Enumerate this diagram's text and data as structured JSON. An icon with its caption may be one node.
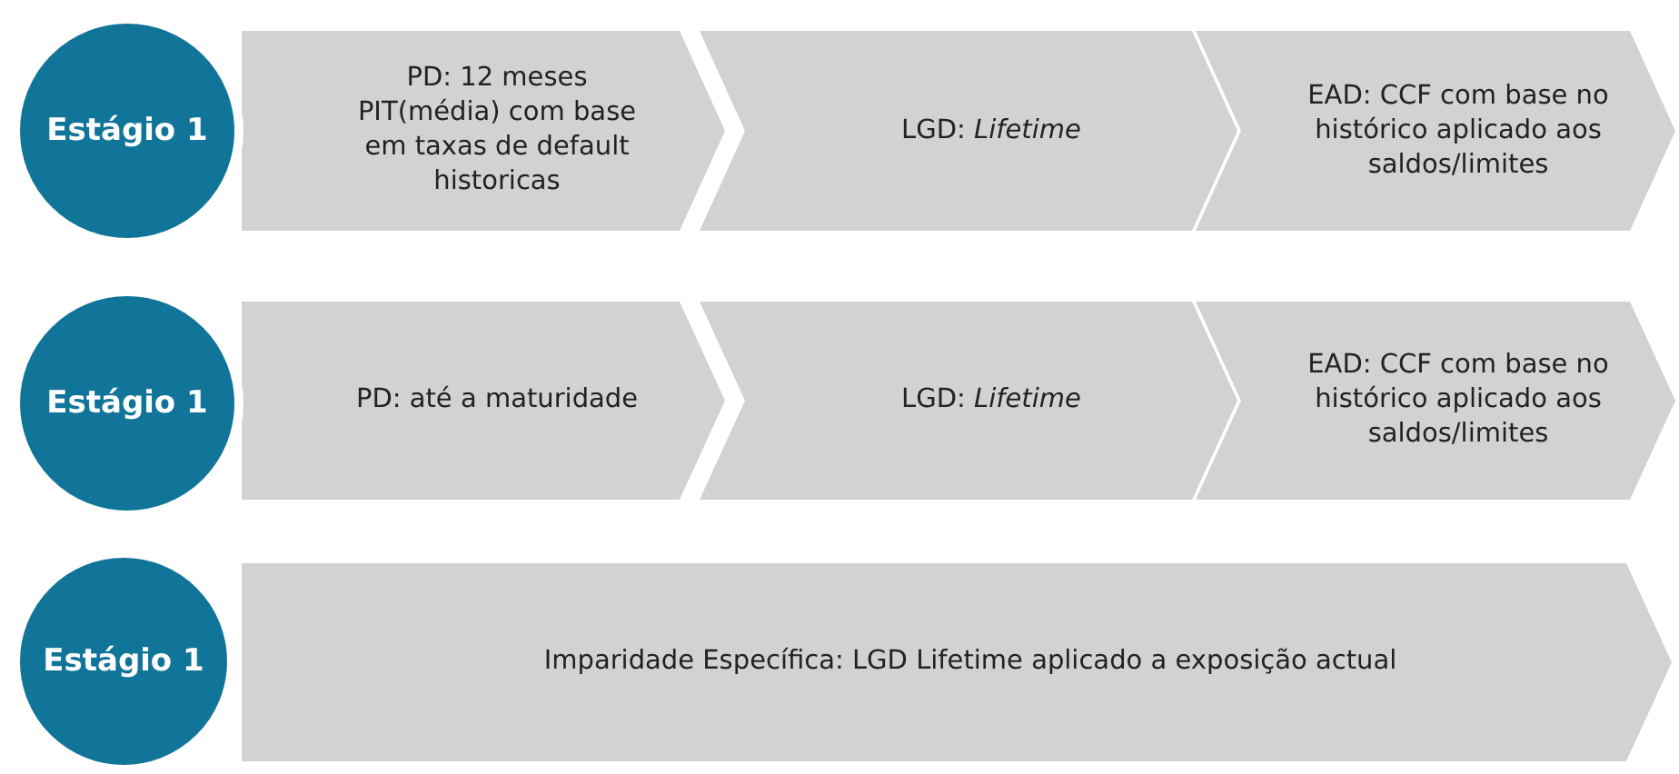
{
  "diagram": {
    "nodes": [
      {
        "text": [
          "Estágio 1"
        ]
      },
      {
        "text": [
          "PD: 12 meses PIT(média) com base em taxas de default historicas"
        ]
      },
      {
        "text": [
          "LGD: *Lifetime*"
        ]
      },
      {
        "text": [
          "EAD: CCF com base no histórico aplicado aos saldos/limites"
        ]
      },
      {
        "text": [
          "Estágio 1"
        ]
      },
      {
        "text": [
          "PD: até a maturidade"
        ]
      },
      {
        "text": [
          "LGD: *Lifetime*"
        ]
      },
      {
        "text": [
          "EAD: CCF com base no histórico aplicado aos saldos/limites"
        ]
      },
      {
        "text": [
          "Estágio 1"
        ]
      },
      {
        "text": [
          "Imparidade Específica: LGD Lifetime aplicado a exposição actual"
        ]
      }
    ]
  }
}
